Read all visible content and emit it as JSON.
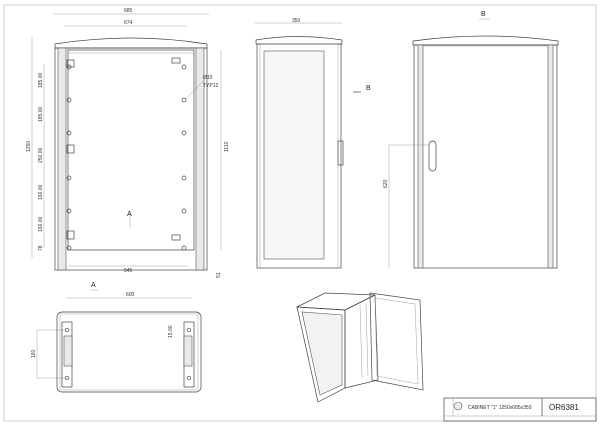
{
  "front_view": {
    "dims": {
      "overall_width": "685",
      "inner_width": "674",
      "height": "1250",
      "inner_height": "1110",
      "bottom_width": "645",
      "bottom_offset": "51",
      "spacing": [
        "185.00",
        "185.00",
        "250.00",
        "166.00",
        "166.00",
        "78"
      ]
    },
    "hole_note": [
      "Ø10",
      "TYP12"
    ],
    "section_label": "A"
  },
  "side_view": {
    "depth": "350",
    "section_label": "B"
  },
  "door_view": {
    "section_label": "B",
    "handle_height": "620"
  },
  "bottom_view": {
    "section_label": "A",
    "width": "600",
    "hole_spacing": "160",
    "offset": "15.00"
  },
  "title_block": {
    "title": "CABINET \"1\" 1250x685x350",
    "drawing_number": "OR6381"
  }
}
